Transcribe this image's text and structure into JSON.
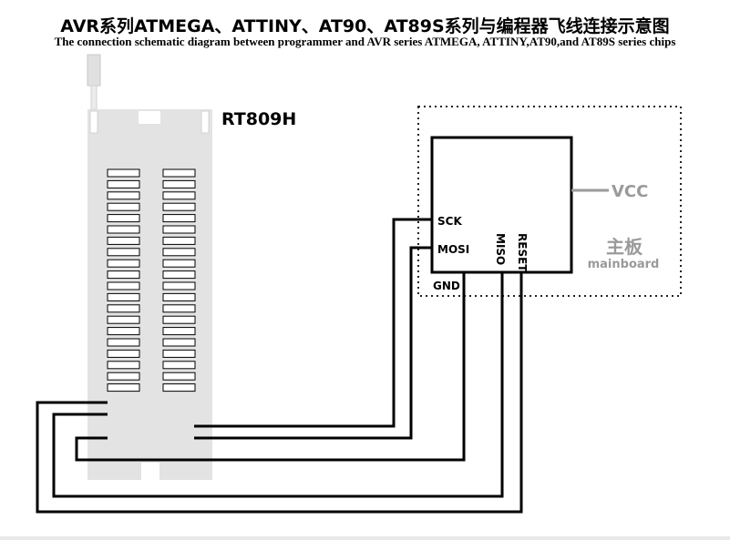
{
  "title_cn": "AVR系列ATMEGA、ATTINY、AT90、AT89S系列与编程器飞线连接示意图",
  "title_en": "The connection schematic diagram between programmer and AVR series ATMEGA, ATTINY,AT90,and AT89S series chips",
  "programmer_label": "RT809H",
  "vcc_label": "VCC",
  "mainboard_cn": "主板",
  "mainboard_en": "mainboard",
  "pins": {
    "sck": "SCK",
    "mosi": "MOSI",
    "miso": "MISO",
    "reset": "RESET",
    "gnd": "GND"
  },
  "colors": {
    "socket": "#e3e3e3",
    "wire": "#000000",
    "gray_label": "#9a9a9a"
  }
}
